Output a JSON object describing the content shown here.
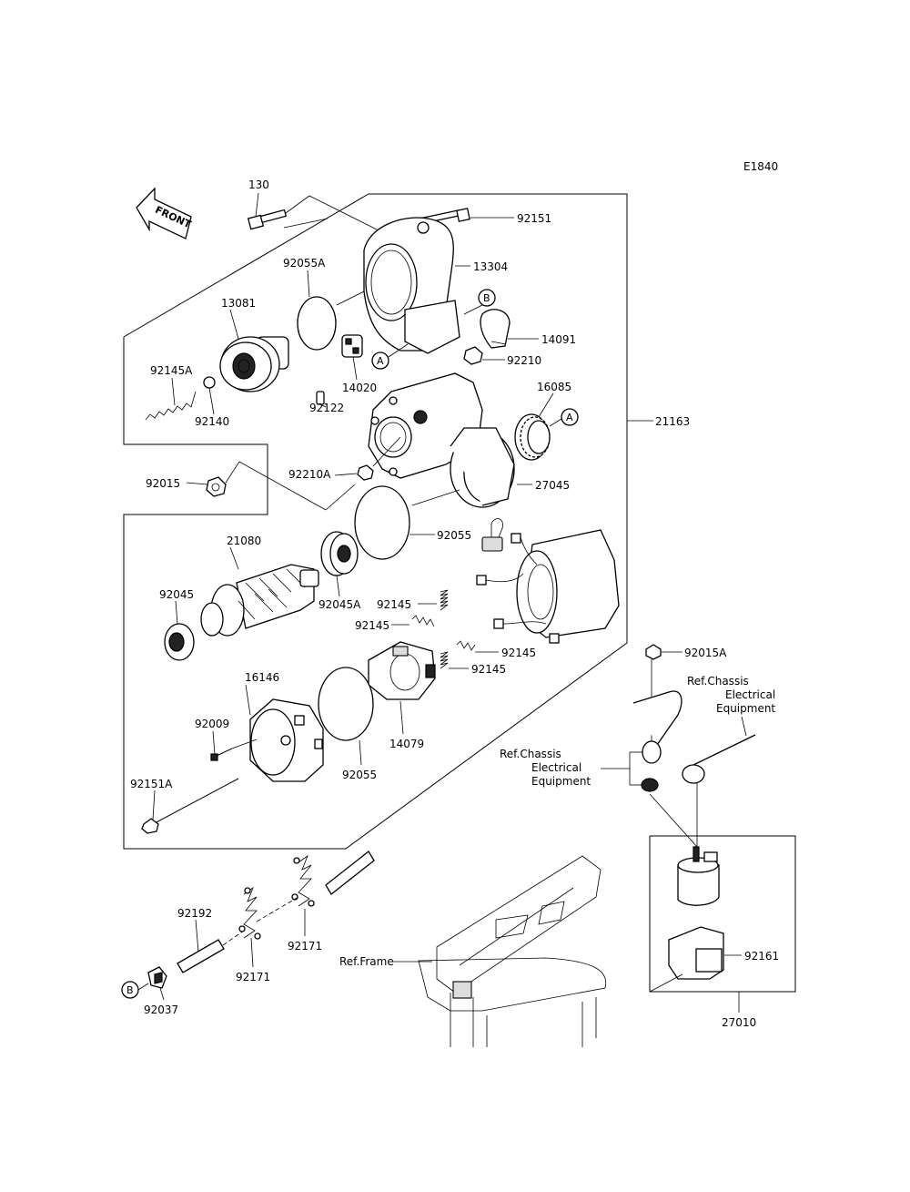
{
  "diagram_code": "E1840",
  "front_label": "FRONT",
  "parts": {
    "p130": "130",
    "p92151": "92151",
    "p13304": "13304",
    "p92055A": "92055A",
    "p13081": "13081",
    "p14091": "14091",
    "p92210": "92210",
    "p14020": "14020",
    "p92145A": "92145A",
    "p92140": "92140",
    "p92122": "92122",
    "p16085": "16085",
    "p21163": "21163",
    "p92015": "92015",
    "p92210A": "92210A",
    "p27045": "27045",
    "p21080": "21080",
    "p92055_top": "92055",
    "p92045": "92045",
    "p92045A": "92045A",
    "p92145_a": "92145",
    "p92145_b": "92145",
    "p92145_c": "92145",
    "p92145_d": "92145",
    "p16146": "16146",
    "p92009": "92009",
    "p14079": "14079",
    "p92055_bot": "92055",
    "p92151A": "92151A",
    "p92015A": "92015A",
    "p92192": "92192",
    "p92171_a": "92171",
    "p92171_b": "92171",
    "p92037": "92037",
    "p92161": "92161",
    "p27010": "27010"
  },
  "refs": {
    "chassis_top_1": "Ref.Chassis",
    "chassis_top_2": "Electrical",
    "chassis_top_3": "Equipment",
    "chassis_mid_1": "Ref.Chassis",
    "chassis_mid_2": "Electrical",
    "chassis_mid_3": "Equipment",
    "frame": "Ref.Frame"
  },
  "markers": {
    "a1": "A",
    "a2": "A",
    "b1": "B",
    "b2": "B"
  }
}
